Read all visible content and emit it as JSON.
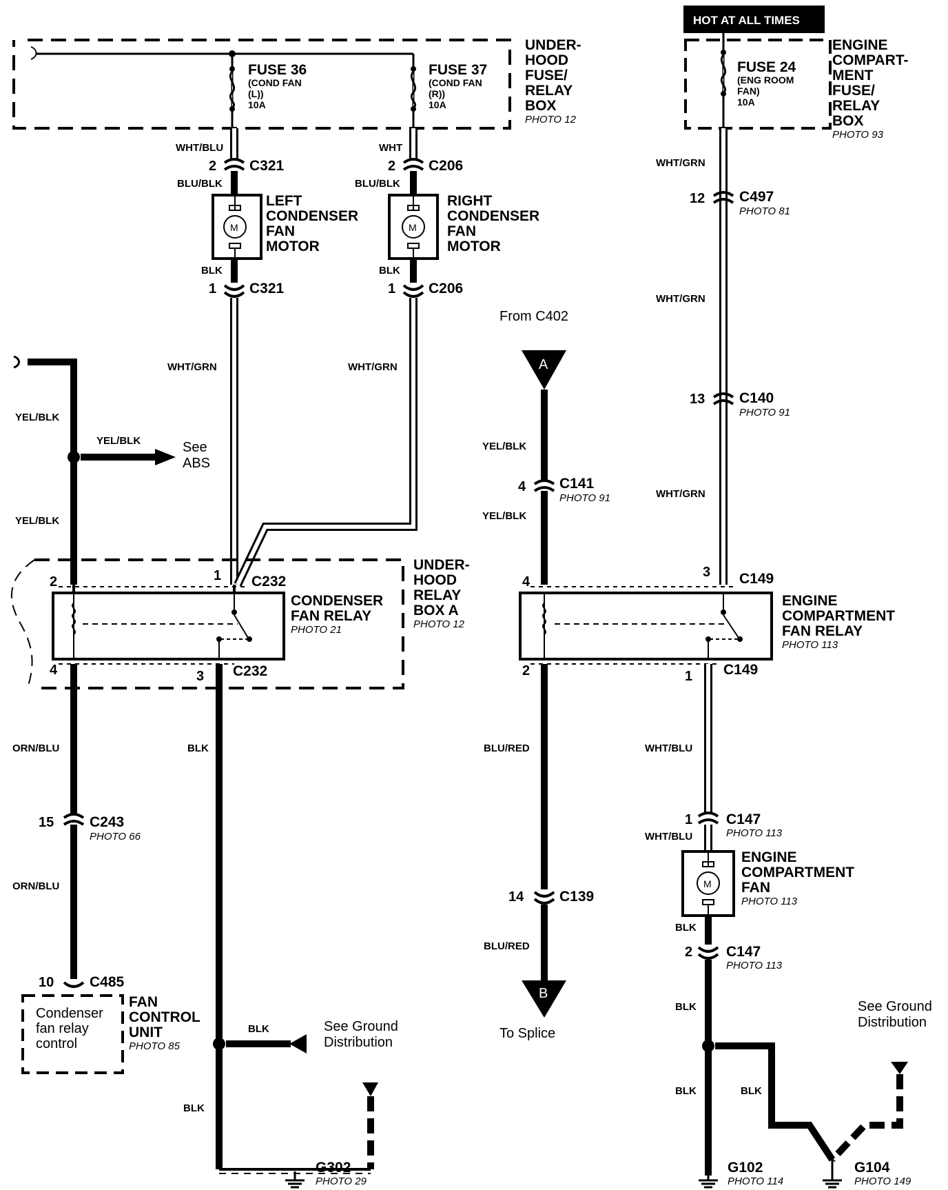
{
  "hot_label": "HOT AT ALL TIMES",
  "underhood_fuse_box": {
    "lines": [
      "UNDER-",
      "HOOD",
      "FUSE/",
      "RELAY",
      "BOX"
    ],
    "photo": "PHOTO 12"
  },
  "fuse36": {
    "title": "FUSE 36",
    "sub": [
      "(COND FAN",
      "(L))",
      "10A"
    ]
  },
  "fuse37": {
    "title": "FUSE 37",
    "sub": [
      "(COND FAN",
      "(R))",
      "10A"
    ]
  },
  "engine_fuse_box": {
    "lines": [
      "ENGINE",
      "COMPART-",
      "MENT",
      "FUSE/",
      "RELAY",
      "BOX"
    ],
    "photo": "PHOTO 93"
  },
  "fuse24": {
    "title": "FUSE 24",
    "sub": [
      "(ENG ROOM",
      "FAN)",
      "10A"
    ]
  },
  "left_motor": {
    "lines": [
      "LEFT",
      "CONDENSER",
      "FAN",
      "MOTOR"
    ],
    "symbol": "M"
  },
  "right_motor": {
    "lines": [
      "RIGHT",
      "CONDENSER",
      "FAN",
      "MOTOR"
    ],
    "symbol": "M"
  },
  "condenser_relay": {
    "lines": [
      "CONDENSER",
      "FAN RELAY"
    ],
    "photo": "PHOTO 21"
  },
  "relay_box_a": {
    "lines": [
      "UNDER-",
      "HOOD",
      "RELAY",
      "BOX A"
    ],
    "photo": "PHOTO 12"
  },
  "engine_relay": {
    "lines": [
      "ENGINE",
      "COMPARTMENT",
      "FAN RELAY"
    ],
    "photo": "PHOTO 113"
  },
  "engine_fan": {
    "lines": [
      "ENGINE",
      "COMPARTMENT",
      "FAN"
    ],
    "photo": "PHOTO 113",
    "symbol": "M"
  },
  "fan_control": {
    "inner": [
      "Condenser",
      "fan relay",
      "control"
    ],
    "lines": [
      "FAN",
      "CONTROL",
      "UNIT"
    ],
    "photo": "PHOTO 85"
  },
  "wires": {
    "wht_blu": "WHT/BLU",
    "wht": "WHT",
    "blu_blk": "BLU/BLK",
    "blk": "BLK",
    "wht_grn": "WHT/GRN",
    "yel_blk": "YEL/BLK",
    "orn_blu": "ORN/BLU",
    "blu_red": "BLU/RED"
  },
  "connectors": {
    "c321": "C321",
    "c206": "C206",
    "c232": "C232",
    "c243": "C243",
    "c485": "C485",
    "c497": "C497",
    "c140": "C140",
    "c149": "C149",
    "c147": "C147",
    "c141": "C141",
    "c139": "C139"
  },
  "photos": {
    "c497": "PHOTO 81",
    "c140": "PHOTO 91",
    "c141": "PHOTO 91",
    "c243": "PHOTO 66",
    "c147a": "PHOTO 113",
    "c147b": "PHOTO 113"
  },
  "pins": {
    "p2": "2",
    "p1": "1",
    "p3": "3",
    "p4": "4",
    "p10": "10",
    "p12": "12",
    "p13": "13",
    "p14": "14",
    "p15": "15"
  },
  "grounds": {
    "g302": "G302",
    "g302_photo": "PHOTO 29",
    "g102": "G102",
    "g102_photo": "PHOTO 114",
    "g104": "G104",
    "g104_photo": "PHOTO 149"
  },
  "notes": {
    "see_abs": [
      "See",
      "ABS"
    ],
    "from_c402": "From C402",
    "to_splice": "To Splice",
    "ground_dist_left": [
      "See Ground",
      "Distribution"
    ],
    "ground_dist_right": [
      "See Ground",
      "Distribution"
    ]
  },
  "terminals": {
    "a": "A",
    "b": "B"
  }
}
